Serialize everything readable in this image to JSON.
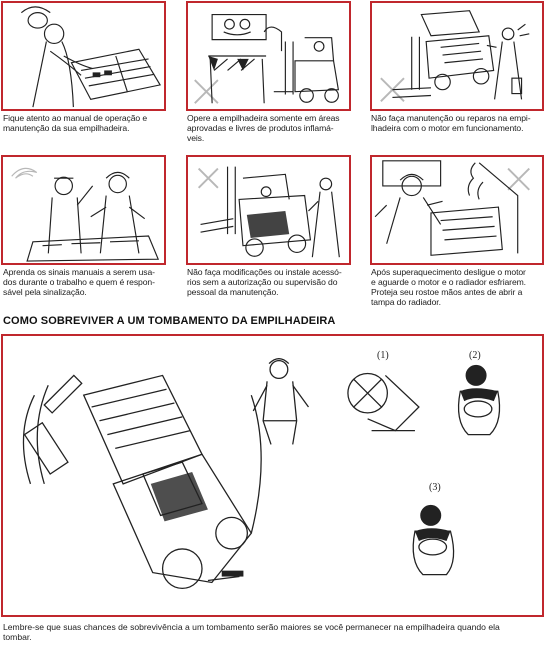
{
  "captions": [
    {
      "lines": [
        "Fique atento ao manual de operação e",
        "manutenção da sua empilhadeira."
      ]
    },
    {
      "lines": [
        "Opere a empilhadeira somente em áreas",
        "aprovadas e livres de produtos inflamá-",
        "veis."
      ]
    },
    {
      "lines": [
        "Não faça manutenção ou reparos na empi-",
        "lhadeira com o motor em funcionamento."
      ]
    },
    {
      "lines": [
        "Aprenda os sinais manuais a serem usa-",
        "dos durante o trabalho e quem é respon-",
        "sável pela sinalização."
      ]
    },
    {
      "lines": [
        "Não faça modificações ou instale acessó-",
        "rios sem a autorização ou supervisão do",
        "pessoal da manutenção."
      ]
    },
    {
      "lines": [
        "Após superaquecimento desligue o motor",
        "e aguarde o motor e o radiador esfriarem.",
        "Proteja seu rostoe mãos antes de abrir a",
        "tampa do radiador."
      ]
    }
  ],
  "section_title": "COMO SOBREVIVER A UM TOMBAMENTO DA EMPILHADEIRA",
  "figure_labels": [
    "(1)",
    "(2)",
    "(3)"
  ],
  "bottom_text": [
    "Lembre-se que suas chances de sobrevivência a um tombamento serão maiores se você permanecer na empilhadeira quando ela",
    "tombar."
  ],
  "colors": {
    "frame": "#c0272d",
    "ink": "#222222",
    "x_mark": "#b8b8b8"
  }
}
